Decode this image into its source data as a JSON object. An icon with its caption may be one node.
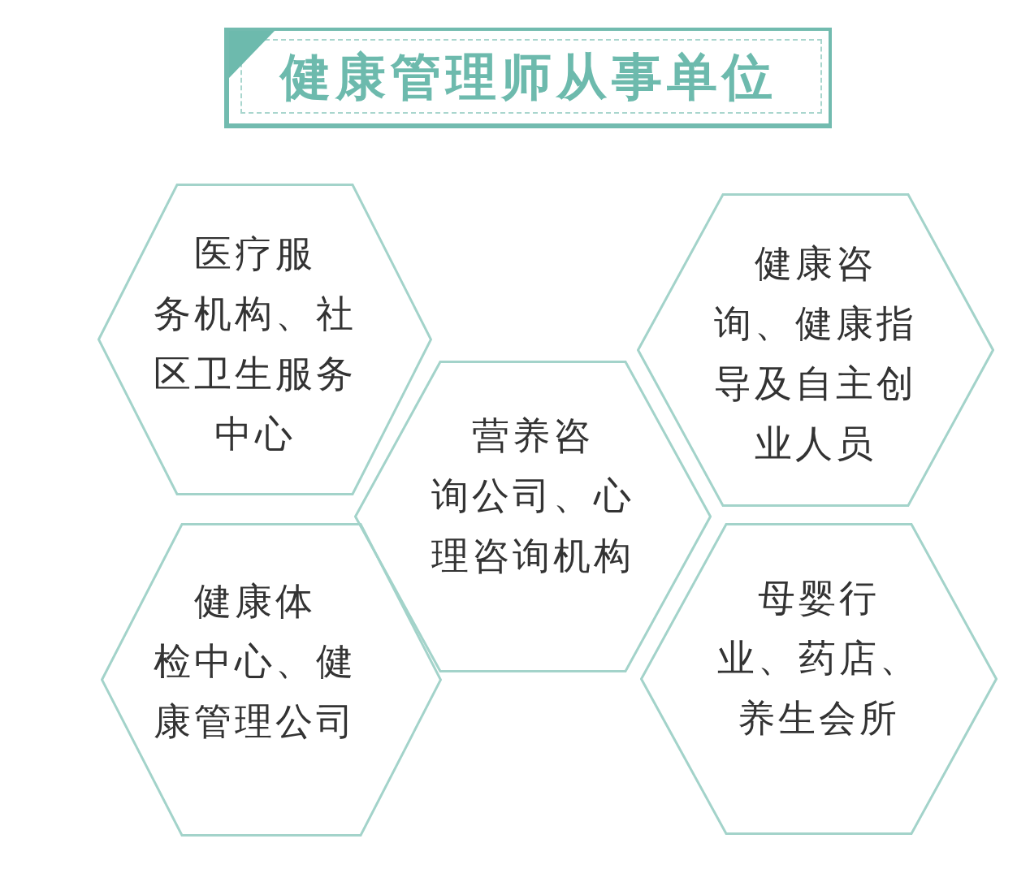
{
  "diagram": {
    "title": "健康管理师从事单位",
    "nodes": [
      {
        "text": [
          "医疗服务机构、社区卫生服务中心"
        ]
      },
      {
        "text": [
          "健康咨询、健康指导及自主创业人员"
        ]
      },
      {
        "text": [
          "营养咨询公司、心理咨询机构"
        ]
      },
      {
        "text": [
          "健康体检中心、健康管理公司"
        ]
      },
      {
        "text": [
          "母婴行业、药店、养生会所"
        ]
      }
    ]
  }
}
